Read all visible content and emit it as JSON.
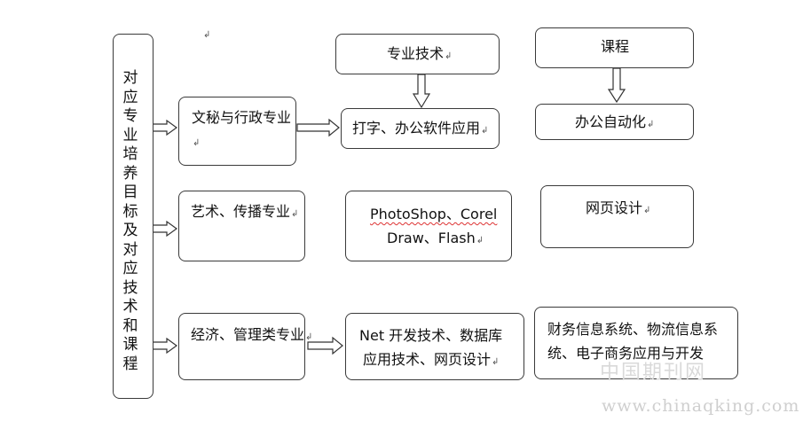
{
  "left_title": "对应专业培养目标及对应技术和课程",
  "left_mark": "↲",
  "top_mark": "↲",
  "header": {
    "tech": "专业技术",
    "course": "课程"
  },
  "rows": [
    {
      "major": "文秘与行政专业",
      "tech": "打字、办公软件应用",
      "course": "办公自动化"
    },
    {
      "major": "艺术、传播专业",
      "tech_line1": "PhotoShop、Corel",
      "tech_line2": "Draw、Flash",
      "course": "网页设计"
    },
    {
      "major": "经济、管理类专业",
      "tech_line1": "Net 开发技术、数据库",
      "tech_line2": "应用技术、网页设计",
      "course_line1": "财务信息系统、物流信息系",
      "course_line2": "统、电子商务应用与开发"
    }
  ],
  "watermark_cn": "中国期刊网",
  "watermark_url": "www.chinaqking.com"
}
